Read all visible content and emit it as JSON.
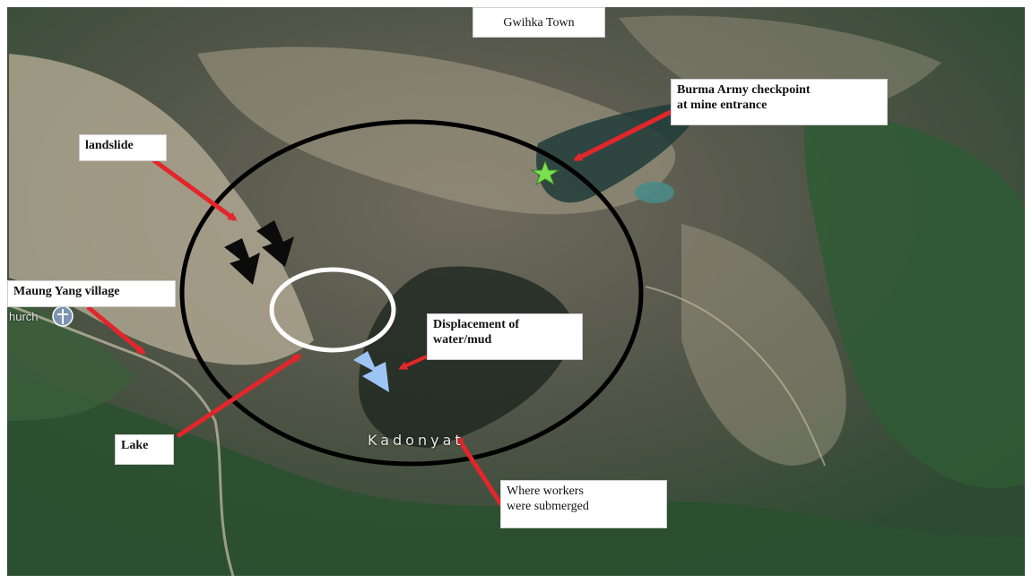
{
  "title_label": "Gwihka Town",
  "labels": {
    "checkpoint": "Burma Army checkpoint\nat mine entrance",
    "landslide": "landslide",
    "village": "Maung Yang village",
    "displacement": "Displacement of\nwater/mud",
    "lake": "Lake",
    "workers": "Where workers\nwere submerged"
  },
  "map_text": {
    "place": "Kadonyat",
    "church": "hurch"
  },
  "colors": {
    "arrow_red": "#e3262b",
    "arrow_black": "#0b0b0b",
    "arrow_blue": "#9ec4f5",
    "star_green": "#7be04f",
    "circle_black": "#000000",
    "circle_white": "#ffffff"
  },
  "icons": [
    "church-pin-icon",
    "star-checkpoint-icon"
  ]
}
